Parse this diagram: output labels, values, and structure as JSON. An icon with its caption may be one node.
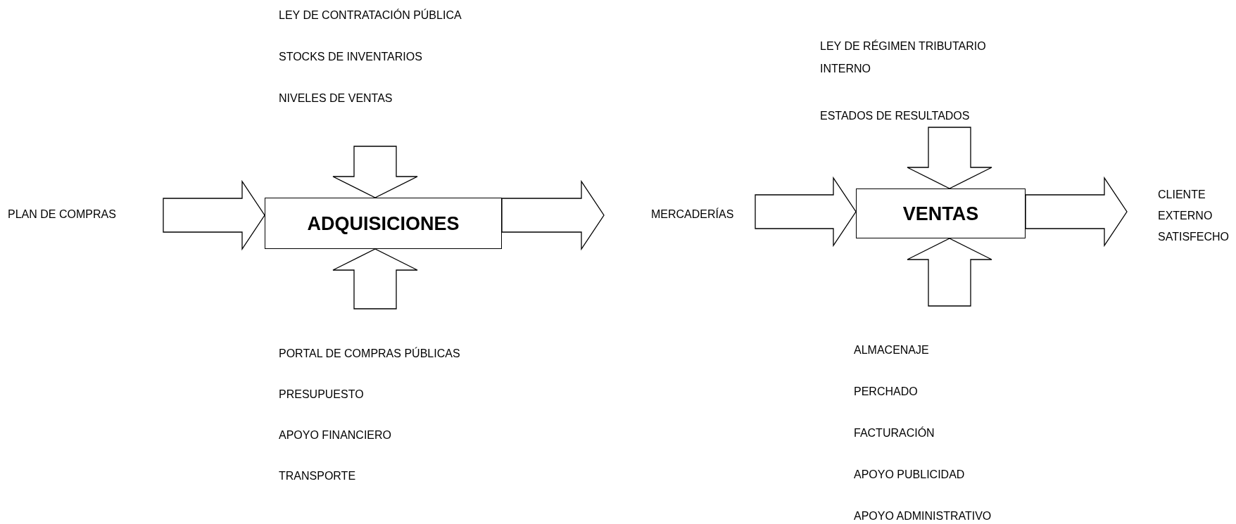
{
  "diagram": {
    "nodes": [
      {
        "text": [
          "PLAN DE COMPRAS"
        ]
      },
      {
        "text": [
          "LEY DE CONTRATACIÓN PÚBLICA",
          "STOCKS DE INVENTARIOS",
          "NIVELES DE VENTAS"
        ]
      },
      {
        "text": [
          "ADQUISICIONES"
        ]
      },
      {
        "text": [
          "PORTAL DE COMPRAS PÚBLICAS",
          "PRESUPUESTO",
          "APOYO FINANCIERO",
          "TRANSPORTE"
        ]
      },
      {
        "text": [
          "MERCADERÍAS"
        ]
      },
      {
        "text": [
          "LEY DE RÉGIMEN TRIBUTARIO INTERNO",
          "ESTADOS DE RESULTADOS"
        ]
      },
      {
        "text": [
          "VENTAS"
        ]
      },
      {
        "text": [
          "ALMACENAJE",
          "PERCHADO",
          "FACTURACIÓN",
          "APOYO PUBLICIDAD",
          "APOYO ADMINISTRATIVO"
        ]
      },
      {
        "text": [
          "CLIENTE EXTERNO SATISFECHO"
        ]
      }
    ],
    "edges": [
      {
        "from": 0,
        "to": 2,
        "arrow": "to"
      },
      {
        "from": 1,
        "to": 2,
        "arrow": "to"
      },
      {
        "from": 3,
        "to": 2,
        "arrow": "to"
      },
      {
        "from": 2,
        "to": 4,
        "arrow": "to"
      },
      {
        "from": 4,
        "to": 6,
        "arrow": "to"
      },
      {
        "from": 5,
        "to": 6,
        "arrow": "to"
      },
      {
        "from": 7,
        "to": 6,
        "arrow": "to"
      },
      {
        "from": 6,
        "to": 8,
        "arrow": "to"
      }
    ]
  }
}
